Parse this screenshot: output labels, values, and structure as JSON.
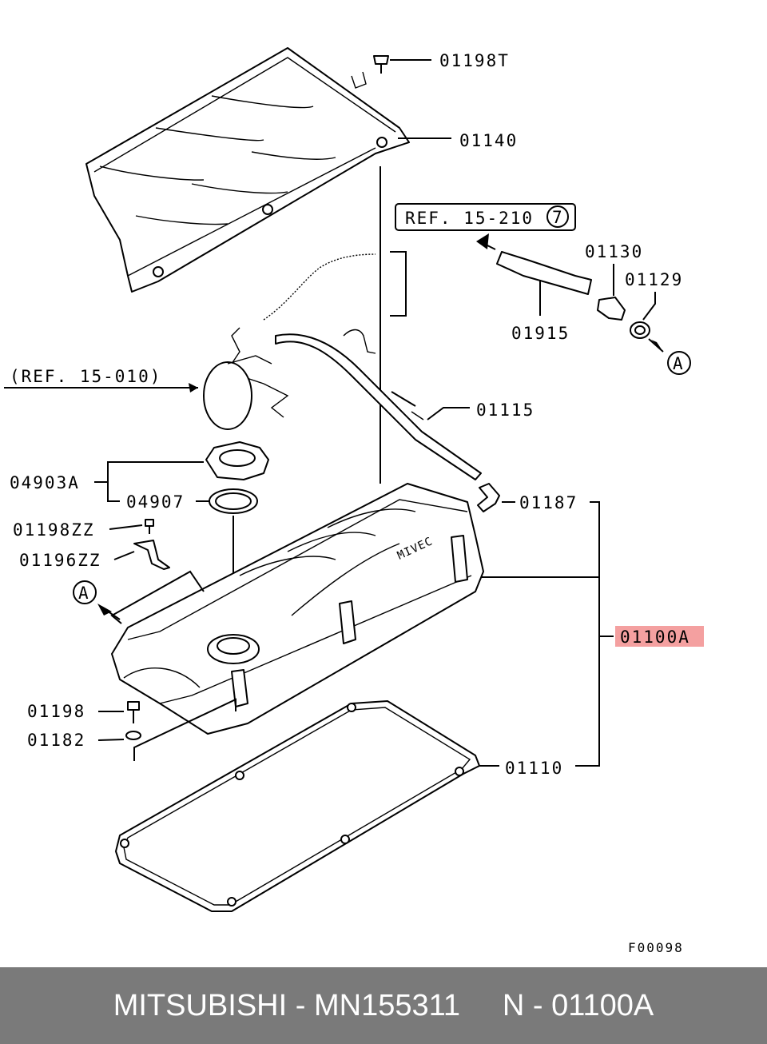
{
  "diagram": {
    "labels": {
      "p01198T": "01198T",
      "p01140": "01140",
      "ref15210": "REF. 15-210",
      "ref15210_num": "7",
      "p01130": "01130",
      "p01129": "01129",
      "p01915": "01915",
      "ref15010": "(REF. 15-010)",
      "p01115": "01115",
      "p04903A": "04903A",
      "p04907": "04907",
      "p01187": "01187",
      "p01198ZZ": "01198ZZ",
      "p01196ZZ": "01196ZZ",
      "p01100A": "01100A",
      "p01198": "01198",
      "p01182": "01182",
      "p01110": "01110",
      "markerA1": "A",
      "markerA2": "A",
      "figure_code": "F00098"
    },
    "highlight_color": "#f4a0a0"
  },
  "footer": {
    "brand": "MITSUBISHI",
    "sep1": " - ",
    "part_number": "MN155311",
    "gap": "     ",
    "ref": "N - 01100A"
  }
}
